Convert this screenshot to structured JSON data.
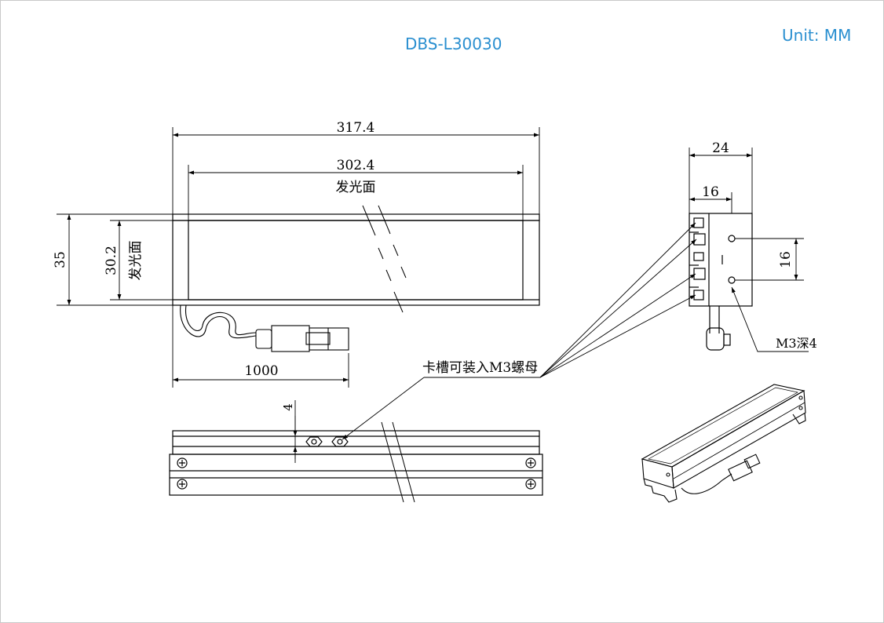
{
  "header": {
    "model": "DBS-L30030",
    "unit": "Unit: MM"
  },
  "dimensions": {
    "overall_length": "317.4",
    "emitting_length": "302.4",
    "emitting_label": "发光面",
    "height": "35",
    "emitting_height": "30.2",
    "cable_length": "1000",
    "side_width": "24",
    "side_inner_width": "16",
    "hole_pitch": "16",
    "hole_spec": "M3深4",
    "slot_offset": "4"
  },
  "notes": {
    "slot_note": "卡槽可装入M3螺母"
  },
  "colors": {
    "header_text": "#2a8fd0",
    "line": "#000000",
    "frame": "#c9c9c9"
  }
}
